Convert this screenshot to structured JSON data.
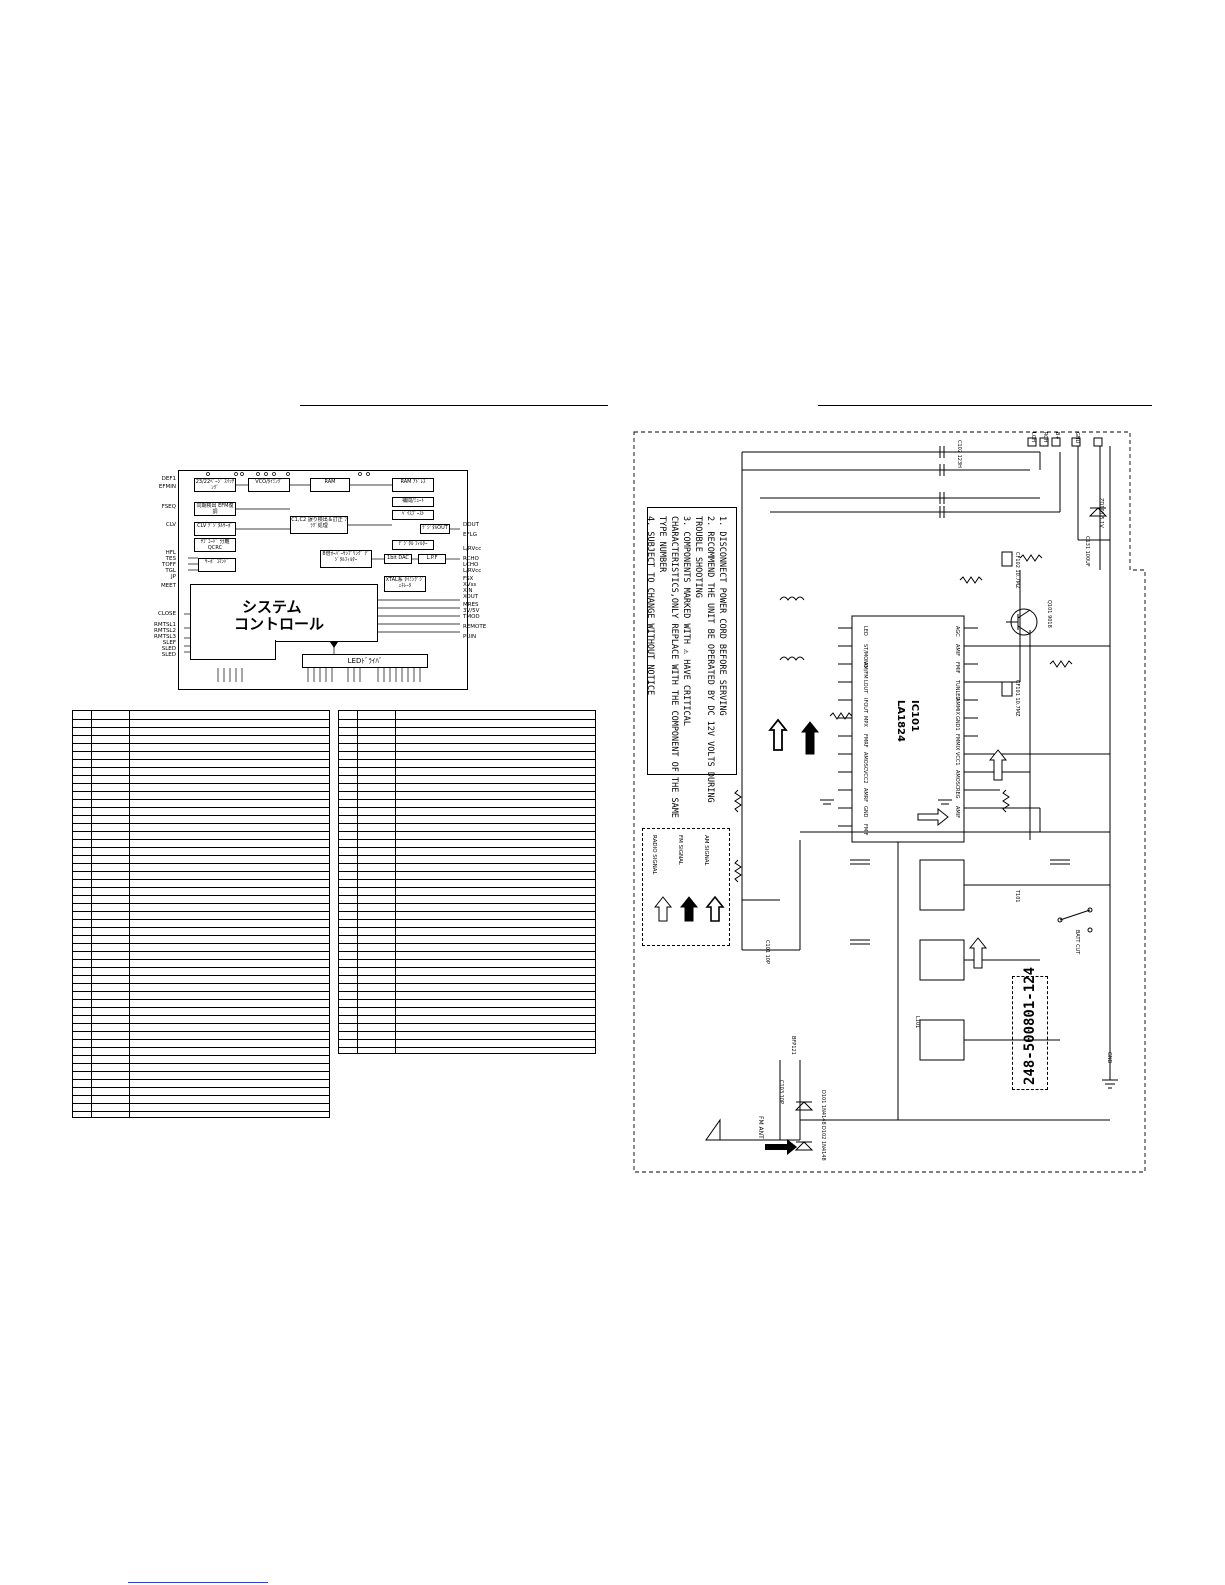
{
  "left_diagram": {
    "system_control_label_1": "システム",
    "system_control_label_2": "コントロール",
    "blocks": {
      "b1": "23/22ﾍﾟｰｼﾞ ｽｲｯﾁﾝｸﾞ",
      "b2": "VCO/ﾀｲﾐﾝｸﾞ",
      "b3": "RAM",
      "b4": "RAM ｱﾄﾞﾚｽ",
      "b5": "同期検出 EFM復調",
      "b6": "CLV ﾃﾞｼﾞﾀﾙｻｰﾎﾞ",
      "b7": "ｻﾌﾞｺｰﾄﾞ 分離 QCRC",
      "b8": "ｻｰﾎﾞ ｺﾏﾝﾄﾞ",
      "b9": "C1,C2 誤り検出＆訂正 ﾌﾗｸﾞ処理",
      "b10": "補間/ﾐｭｰﾄ",
      "b11": "ﾍﾞｲｽﾌﾞｰｽﾄ",
      "b12": "ﾃﾞｼﾞﾀﾙOUT",
      "b13": "ﾃﾞｼﾞﾀﾙ ﾌｨﾙﾀｰ",
      "b14": "8倍ｵｰﾊﾞｰｻﾝﾌﾟﾘﾝｸﾞ ﾃﾞｼﾞﾀﾙﾌｨﾙﾀｰ",
      "b15": "1bit DAC",
      "b16": "L.P.F",
      "b17": "XTAL系 ﾀｲﾐﾝｸﾞｼﾞｪﾈﾚｰﾀ",
      "b18": "LEDﾄﾞﾗｲﾊﾞ"
    },
    "left_pins": [
      "DEF1",
      "EFMIN",
      "FSEQ",
      "CLV",
      "HFL",
      "TES",
      "TOFF",
      "TGL",
      "JP",
      "MEET",
      "CLOSE",
      "RMTSL1",
      "RMTSL2",
      "RMTSL3",
      "SLEF",
      "SLED",
      "SLED"
    ],
    "right_pins": [
      "DOUT",
      "EFLG",
      "L/RVcc",
      "RCHO",
      "LCHO",
      "L/RVcc",
      "FSX",
      "XVss",
      "XIN",
      "XOUT",
      "MRES",
      "3V/5V",
      "TMOD",
      "REMOTE",
      "PUIN"
    ]
  },
  "notes": [
    "1. DISCONNECT POWER CORD BEFORE SERVING",
    "2. RECOMMEND THE UNIT BE OPERATED BY DC 12V VOLTS DURING",
    "   TROUBLE SHOOTING",
    "3. COMPONENTS MARKED WITH  ⚠  HAVE CRITICAL",
    "   CHARACTERISTICS,ONLY REPLACE WITH THE COMPONENT OF THE SAME",
    "   TYPE NUMBER",
    "4. SUBJECT TO CHANGE WITHOUT NOTICE"
  ],
  "legend": {
    "radio": "RADIO SIGNAL",
    "fm": "FM SIGNAL",
    "am": "AM SIGNAL"
  },
  "schematic": {
    "ic_name": "IC101",
    "ic_part": "LA1824",
    "fm_ant": "FM ANT",
    "part_number": "248-500801-124",
    "ic_pins_left": [
      "FMIF",
      "GND",
      "AMRF",
      "VCC2",
      "AMOSC",
      "FMRF",
      "MPX",
      "IFOUT",
      "LOUT",
      "AM/FM",
      "ST/MONO",
      "LED"
    ],
    "ic_pins_right": [
      "AMIF",
      "REG",
      "AMOSC",
      "VCC1",
      "FMMIX",
      "GND1",
      "AMMIX",
      "TUNLED",
      "FMIF",
      "AMIF",
      "AGC"
    ],
    "labels": {
      "c102": "C102 123H",
      "c103": "C103 10P",
      "c101": "C101 10P",
      "d101": "D101 1N4148",
      "d102": "D102 1N4148",
      "ic_label": "BFP121",
      "t101": "T101",
      "cf101": "CF101 10.7MZ",
      "cf102": "CF102 10.7MZ",
      "q101": "Q101 9018",
      "zd101": "ZD101 5.1V",
      "c131": "C131 100UF",
      "l101": "L101",
      "sw": "BATT CUT",
      "gnd": "GND",
      "bplus": "B+",
      "lch": "LCH",
      "rch": "RCH"
    }
  }
}
